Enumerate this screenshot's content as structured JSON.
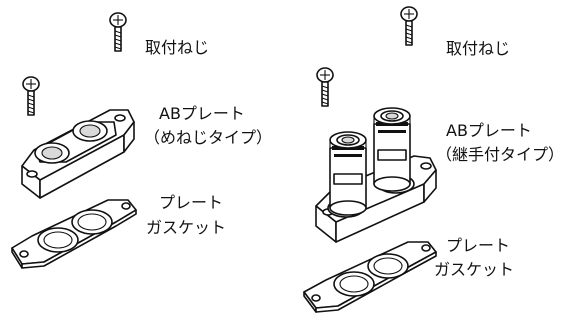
{
  "labels": {
    "screw_left": "取付ねじ",
    "screw_right": "取付ねじ",
    "plate_left_line1": "ABプレート",
    "plate_left_line2": "（めねじタイプ）",
    "plate_right_line1": "ABプレート",
    "plate_right_line2": "（継手付タイプ）",
    "gasket_left_line1": "プレート",
    "gasket_left_line2": "ガスケット",
    "gasket_right_line1": "プレート",
    "gasket_right_line2": "ガスケット"
  }
}
